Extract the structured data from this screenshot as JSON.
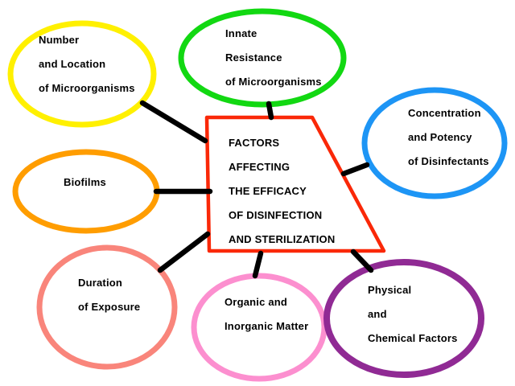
{
  "diagram": {
    "title": "Factors Affecting the Efficacy of Disinfection and Sterilization concept map",
    "background": "#ffffff",
    "text_color": "#000000",
    "connector_color": "#000000",
    "center": {
      "id": "factors-affecting-efficacy",
      "shape": "trapezoid",
      "border_color": "#fa2808",
      "lines": [
        "FACTORS",
        "AFFECTING",
        "THE EFFICACY",
        "OF DISINFECTION",
        "AND STERILIZATION"
      ]
    },
    "nodes": [
      {
        "id": "number-and-location-of-microorganisms",
        "color": "#fff000",
        "lines": [
          "Number",
          "and Location",
          "of Microorganisms"
        ]
      },
      {
        "id": "innate-resistance-of-microorganisms",
        "color": "#12d812",
        "lines": [
          "Innate",
          "Resistance",
          "of Microorganisms"
        ]
      },
      {
        "id": "concentration-and-potency-of-disinfectants",
        "color": "#1d95f5",
        "lines": [
          "Concentration",
          "and Potency",
          "of Disinfectants"
        ]
      },
      {
        "id": "biofilms",
        "color": "#ff9d00",
        "lines": [
          "Biofilms"
        ]
      },
      {
        "id": "duration-of-exposure",
        "color": "#f9857b",
        "lines": [
          "Duration",
          "of Exposure"
        ]
      },
      {
        "id": "organic-and-inorganic-matter",
        "color": "#fc8fcf",
        "lines": [
          "Organic and",
          "Inorganic Matter"
        ]
      },
      {
        "id": "physical-and-chemical-factors",
        "color": "#902a94",
        "lines": [
          "Physical",
          "and",
          "Chemical Factors"
        ]
      }
    ]
  }
}
